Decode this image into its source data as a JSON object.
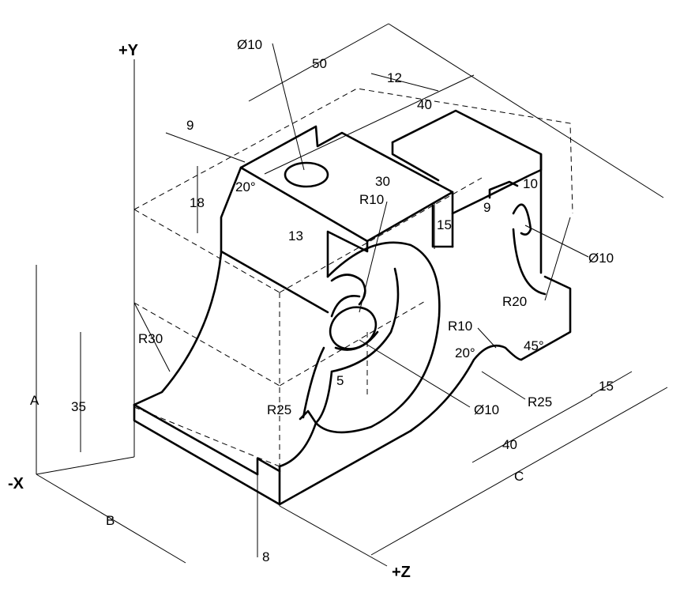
{
  "axes": {
    "y": "+Y",
    "x": "-X",
    "z": "+Z"
  },
  "dims": {
    "d_dia10_top": "Ø10",
    "d_50": "50",
    "d_12": "12",
    "d_40_top": "40",
    "d_9_top": "9",
    "d_20deg_top": "20°",
    "d_18": "18",
    "d_30": "30",
    "d_r10_top": "R10",
    "d_15_step": "15",
    "d_10": "10",
    "d_9_side": "9",
    "d_dia10_right": "Ø10",
    "d_13": "13",
    "d_r20": "R20",
    "d_r30": "R30",
    "d_r10_right": "R10",
    "d_45deg": "45°",
    "d_20deg_right": "20°",
    "d_35": "35",
    "d_a": "A",
    "d_5": "5",
    "d_r25_right": "R25",
    "d_dia10_front": "Ø10",
    "d_r25_left": "R25",
    "d_15_bottom": "15",
    "d_40_bottom": "40",
    "d_c": "C",
    "d_b": "B",
    "d_8": "8"
  }
}
